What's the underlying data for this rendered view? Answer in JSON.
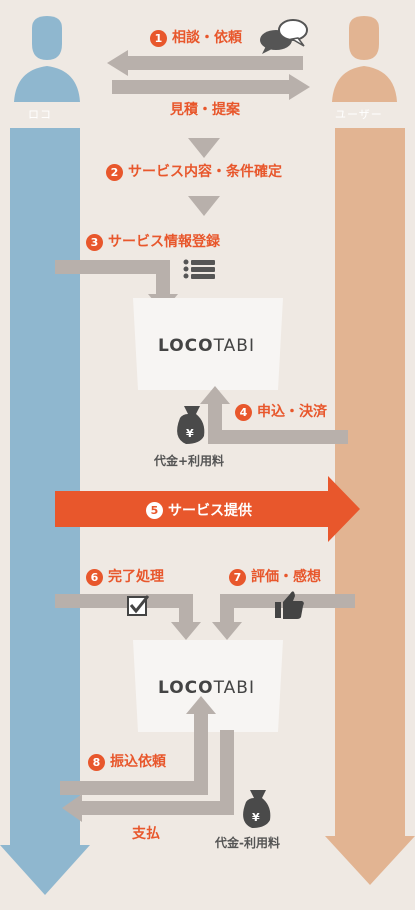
{
  "colors": {
    "loco": "#8fb7cf",
    "user": "#e2b492",
    "accent": "#e8572c",
    "gray_arrow": "#b8b0ab",
    "box": "#f7f5f3"
  },
  "actors": {
    "left": "ロコ",
    "right": "ユーザー"
  },
  "steps": [
    {
      "num": "1",
      "label": "相談・依頼"
    },
    {
      "num": "2",
      "label": "サービス内容・条件確定"
    },
    {
      "num": "3",
      "label": "サービス情報登録"
    },
    {
      "num": "4",
      "label": "申込・決済"
    },
    {
      "num": "5",
      "label": "サービス提供"
    },
    {
      "num": "6",
      "label": "完了処理"
    },
    {
      "num": "7",
      "label": "評価・感想"
    },
    {
      "num": "8",
      "label": "振込依頼"
    }
  ],
  "texts": {
    "proposal": "見積・提案",
    "fee_plus": "代金+利用料",
    "payout": "支払",
    "fee_minus": "代金-利用料"
  },
  "logo": {
    "bold": "LOCO",
    "light": "TABI"
  },
  "icons": [
    "person-icon",
    "speech-bubbles-icon",
    "list-icon",
    "money-bag-icon",
    "checkbox-icon",
    "thumbs-up-icon"
  ]
}
